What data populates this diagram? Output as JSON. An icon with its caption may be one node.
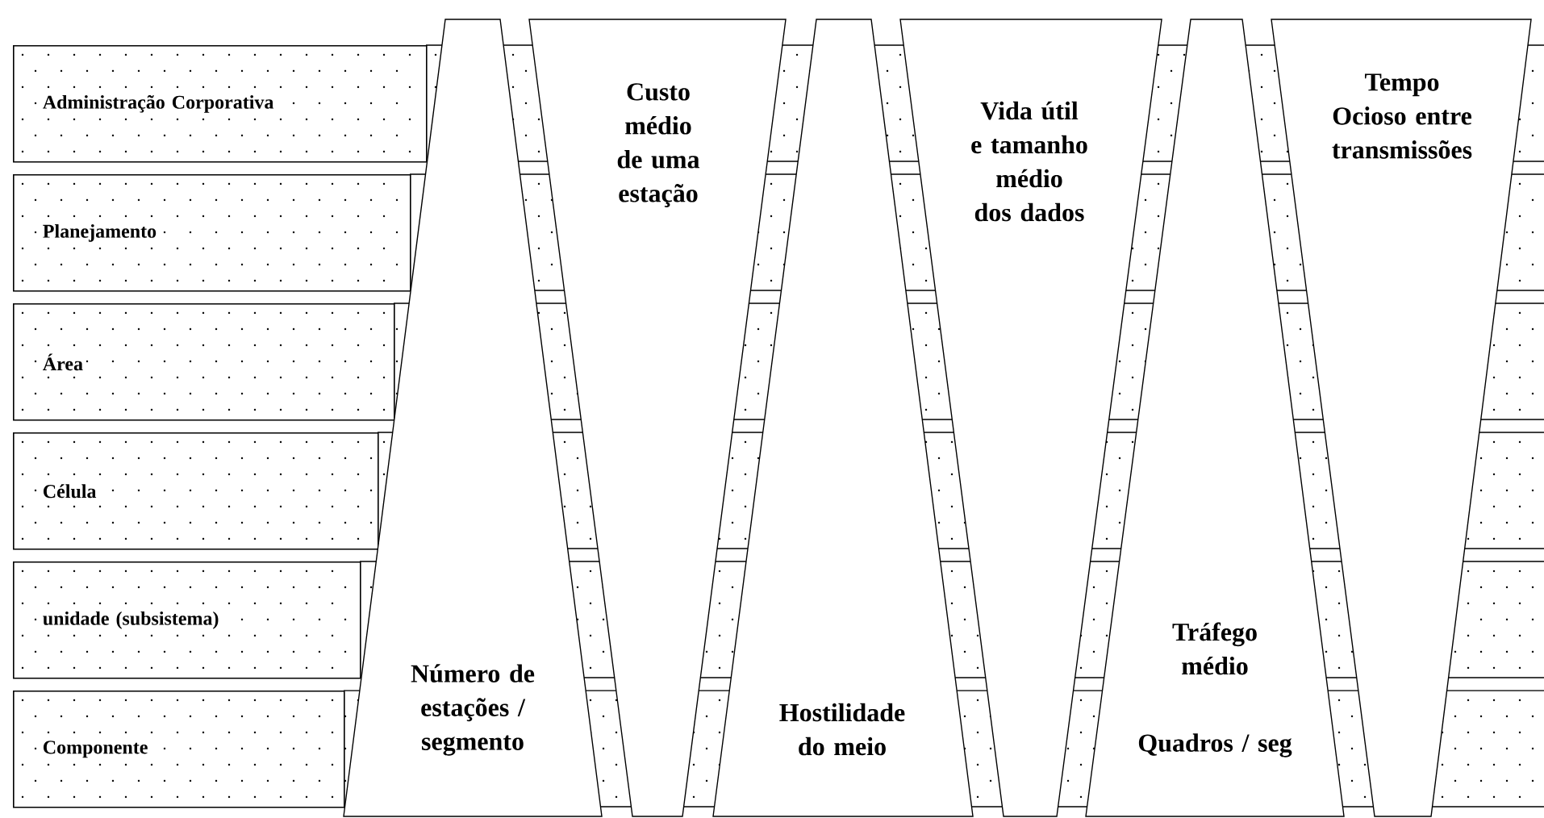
{
  "diagram": {
    "nodes": [
      {
        "text": [
          "Administração Corporativa"
        ]
      },
      {
        "text": [
          "Planejamento"
        ]
      },
      {
        "text": [
          "Área"
        ]
      },
      {
        "text": [
          "Célula"
        ]
      },
      {
        "text": [
          "unidade (subsistema)"
        ]
      },
      {
        "text": [
          "Componente"
        ]
      },
      {
        "text": [
          "Número de estações / segmento"
        ]
      },
      {
        "text": [
          "Custo médio de uma estação"
        ]
      },
      {
        "text": [
          "Hostilidade do meio"
        ]
      },
      {
        "text": [
          "Vida útil e tamanho médio dos dados"
        ]
      },
      {
        "text": [
          "Tráfego médio",
          "Quadros / seg"
        ]
      },
      {
        "text": [
          "Tempo Ocioso entre transmissões"
        ]
      }
    ]
  }
}
